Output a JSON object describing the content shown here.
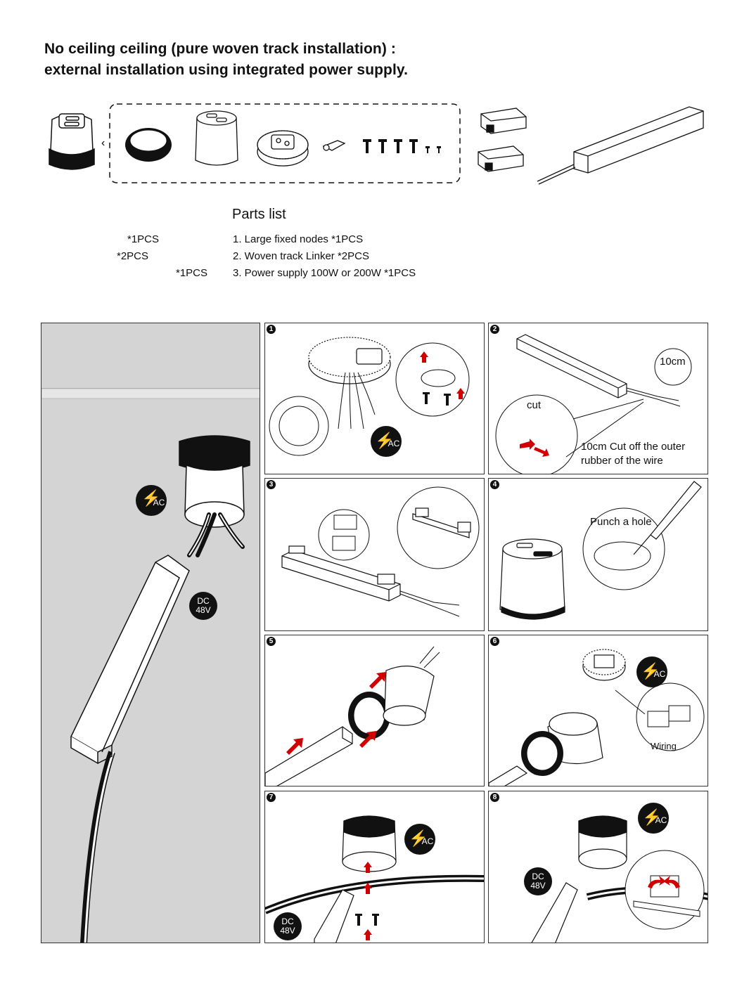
{
  "title": {
    "line1": "No ceiling ceiling (pure woven track installation) :",
    "line2": "external installation using integrated power supply."
  },
  "parts": {
    "header": "Parts list",
    "qty_labels": [
      "*1PCS",
      "*2PCS",
      "*1PCS"
    ],
    "items": [
      "1.  Large fixed nodes *1PCS",
      "2. Woven track Linker *2PCS",
      "3. Power supply 100W or 200W *1PCS"
    ]
  },
  "badges": {
    "ac": "AC",
    "dc_line1": "DC",
    "dc_line2": "48V"
  },
  "steps": {
    "n1": "1",
    "n2": "2",
    "n3": "3",
    "n4": "4",
    "n5": "5",
    "n6": "6",
    "n7": "7",
    "n8": "8",
    "s2_length": "10cm",
    "s2_cut": "cut",
    "s2_note_line1": "10cm Cut off the outer",
    "s2_note_line2": "rubber of the wire",
    "s4_note": "Punch a hole",
    "s6_note": "Wiring"
  },
  "icons": {
    "ac": "lightning-bolt-icon",
    "dc": "dc-power-icon",
    "arrow": "red-arrow-icon"
  },
  "colors": {
    "arrow": "#d10000",
    "background_panel": "#d4d4d4",
    "badge": "#111111"
  }
}
